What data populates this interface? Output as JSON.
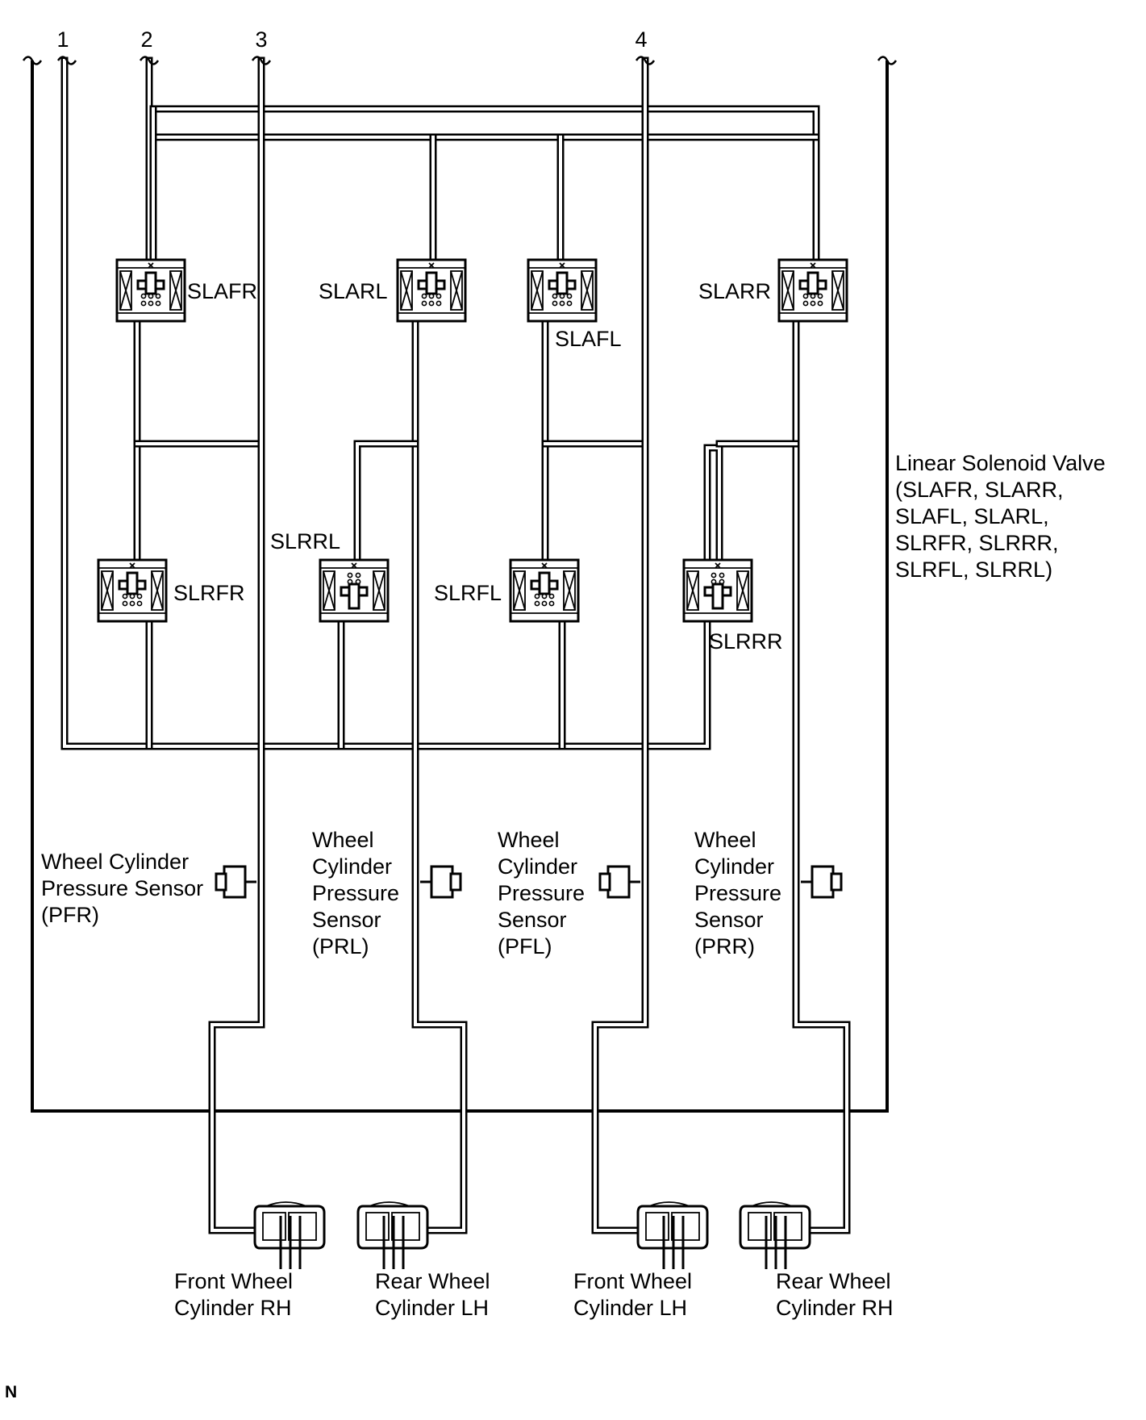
{
  "connection_numbers": [
    "1",
    "2",
    "3",
    "4"
  ],
  "valves": {
    "slafr": "SLAFR",
    "slarl": "SLARL",
    "slafl": "SLAFL",
    "slarr": "SLARR",
    "slrfr": "SLRFR",
    "slrrl": "SLRRL",
    "slrfl": "SLRFL",
    "slrrr": "SLRRR"
  },
  "legend": {
    "lines": [
      "Linear Solenoid Valve",
      "(SLAFR, SLARR,",
      "SLAFL, SLARL,",
      "SLRFR, SLRRR,",
      "SLRFL, SLRRL)"
    ]
  },
  "sensors": {
    "pfr": [
      "Wheel Cylinder",
      "Pressure Sensor",
      "(PFR)"
    ],
    "prl": [
      "Wheel",
      "Cylinder",
      "Pressure",
      "Sensor",
      "(PRL)"
    ],
    "pfl": [
      "Wheel",
      "Cylinder",
      "Pressure",
      "Sensor",
      "(PFL)"
    ],
    "prr": [
      "Wheel",
      "Cylinder",
      "Pressure",
      "Sensor",
      "(PRR)"
    ]
  },
  "cylinders": {
    "front_rh": [
      "Front Wheel",
      "Cylinder RH"
    ],
    "rear_lh": [
      "Rear Wheel",
      "Cylinder LH"
    ],
    "front_lh": [
      "Front Wheel",
      "Cylinder LH"
    ],
    "rear_rh": [
      "Rear Wheel",
      "Cylinder RH"
    ]
  },
  "corner_mark": "N"
}
